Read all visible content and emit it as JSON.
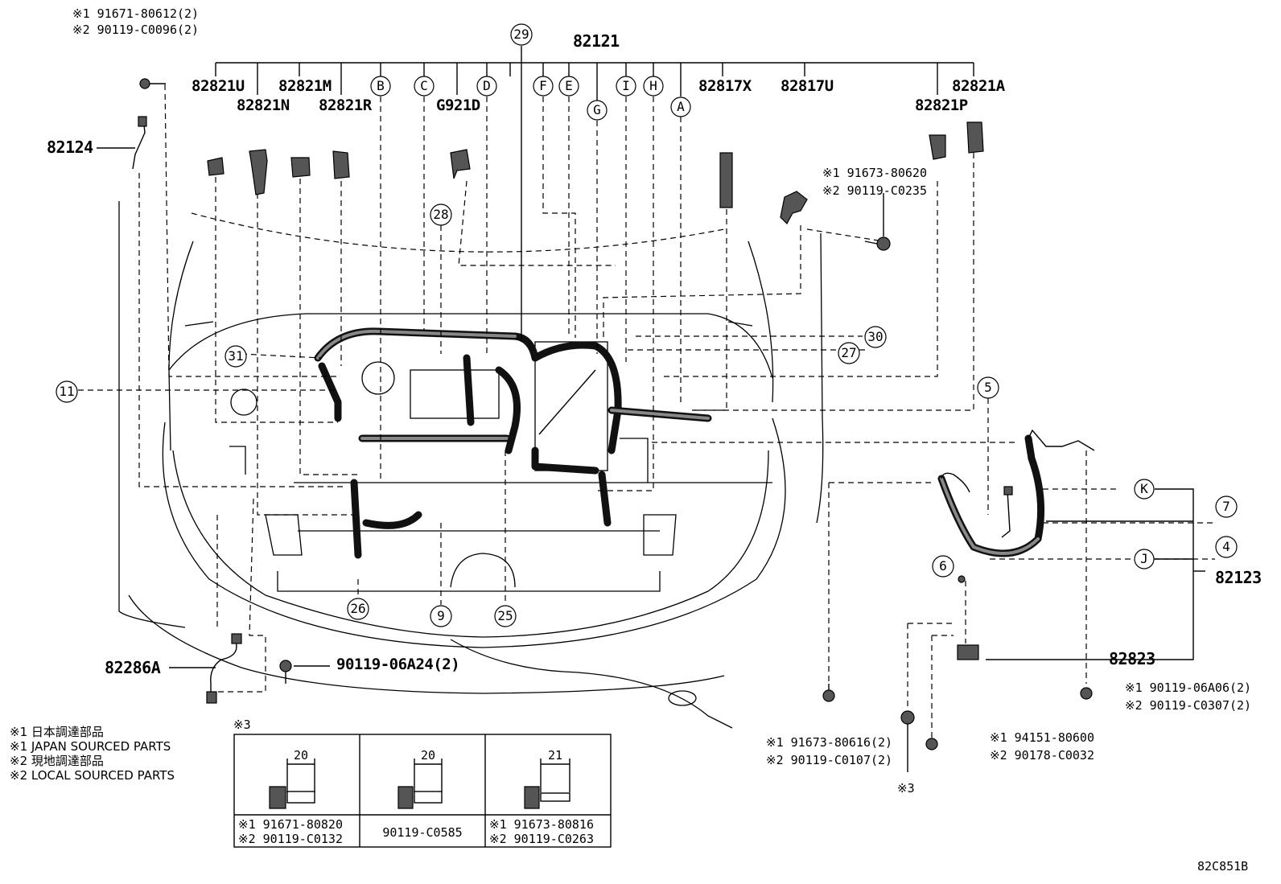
{
  "harness_labels": {
    "main_harness": "82121",
    "front_harness": "82123",
    "left_wire": "82124",
    "sensor_wire": "82286A",
    "relay_block": "82823"
  },
  "connectors": {
    "c_82821U": "82821U",
    "c_82821N": "82821N",
    "c_82821M": "82821M",
    "c_82821R": "82821R",
    "c_G921D": "G921D",
    "c_82817X": "82817X",
    "c_82817U": "82817U",
    "c_82821P": "82821P",
    "c_82821A": "82821A"
  },
  "letter_callouts": [
    "B",
    "C",
    "D",
    "F",
    "E",
    "G",
    "I",
    "H",
    "A",
    "K",
    "J"
  ],
  "number_callouts": {
    "n29": "29",
    "n28": "28",
    "n30": "30",
    "n27": "27",
    "n31": "31",
    "n11": "11",
    "n5": "5",
    "n7": "7",
    "n4": "4",
    "n6": "6",
    "n26": "26",
    "n9": "9",
    "n25": "25"
  },
  "fasteners": {
    "top_left_1": "※1 91671-80612(2)",
    "top_left_2": "※2 90119-C0096(2)",
    "mid_right_1": "※1 91673-80620",
    "mid_right_2": "※2 90119-C0235",
    "bolt_center": "90119-06A24(2)",
    "right_bolt_1": "※1 90119-06A06(2)",
    "right_bolt_2": "※2 90119-C0307(2)",
    "bottom_1a": "※1 91673-80616(2)",
    "bottom_1b": "※2 90119-C0107(2)",
    "bottom_2a": "※1 94151-80600",
    "bottom_2b": "※2 90178-C0032",
    "note3": "※3"
  },
  "legend": {
    "line1": "※1 日本調達部品",
    "line2": "※1 JAPAN SOURCED PARTS",
    "line3": "※2 現地調達部品",
    "line4": "※2 LOCAL SOURCED PARTS"
  },
  "bolt_table": {
    "title": "※3",
    "cells": [
      {
        "length": "20",
        "part1": "※1 91671-80820",
        "part2": "※2 90119-C0132"
      },
      {
        "length": "20",
        "part1": "90119-C0585",
        "part2": ""
      },
      {
        "length": "21",
        "part1": "※1 91673-80816",
        "part2": "※2 90119-C0263"
      }
    ]
  },
  "diagram_code": "82C851B"
}
